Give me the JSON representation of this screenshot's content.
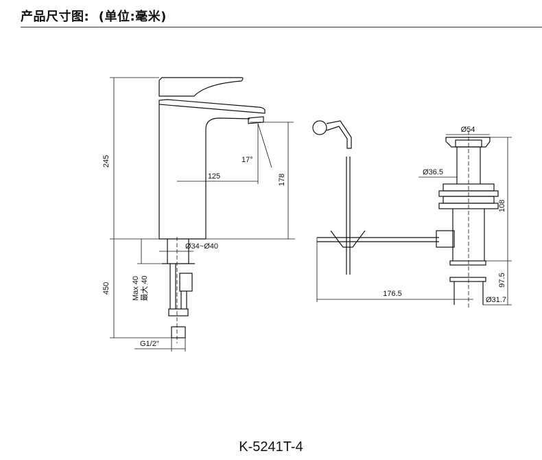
{
  "header": {
    "title": "产品尺寸图:",
    "unit_note": "(单位:毫米)"
  },
  "faucet": {
    "total_height": "245",
    "spout_height": "178",
    "spout_reach": "125",
    "spout_angle": "17°",
    "mount_hole": "Ø34~Ø40",
    "deck_thickness": "Max 40",
    "deck_thickness_cn": "最大 40",
    "hose_length": "450",
    "connector": "G1/2\""
  },
  "drain": {
    "cap_diameter": "Ø54",
    "body_diameter": "Ø36.5",
    "body_height": "108",
    "tail_height": "97.5",
    "tail_diameter": "Ø31.7",
    "rod_length": "176.5"
  },
  "model_number": "K-5241T-4"
}
